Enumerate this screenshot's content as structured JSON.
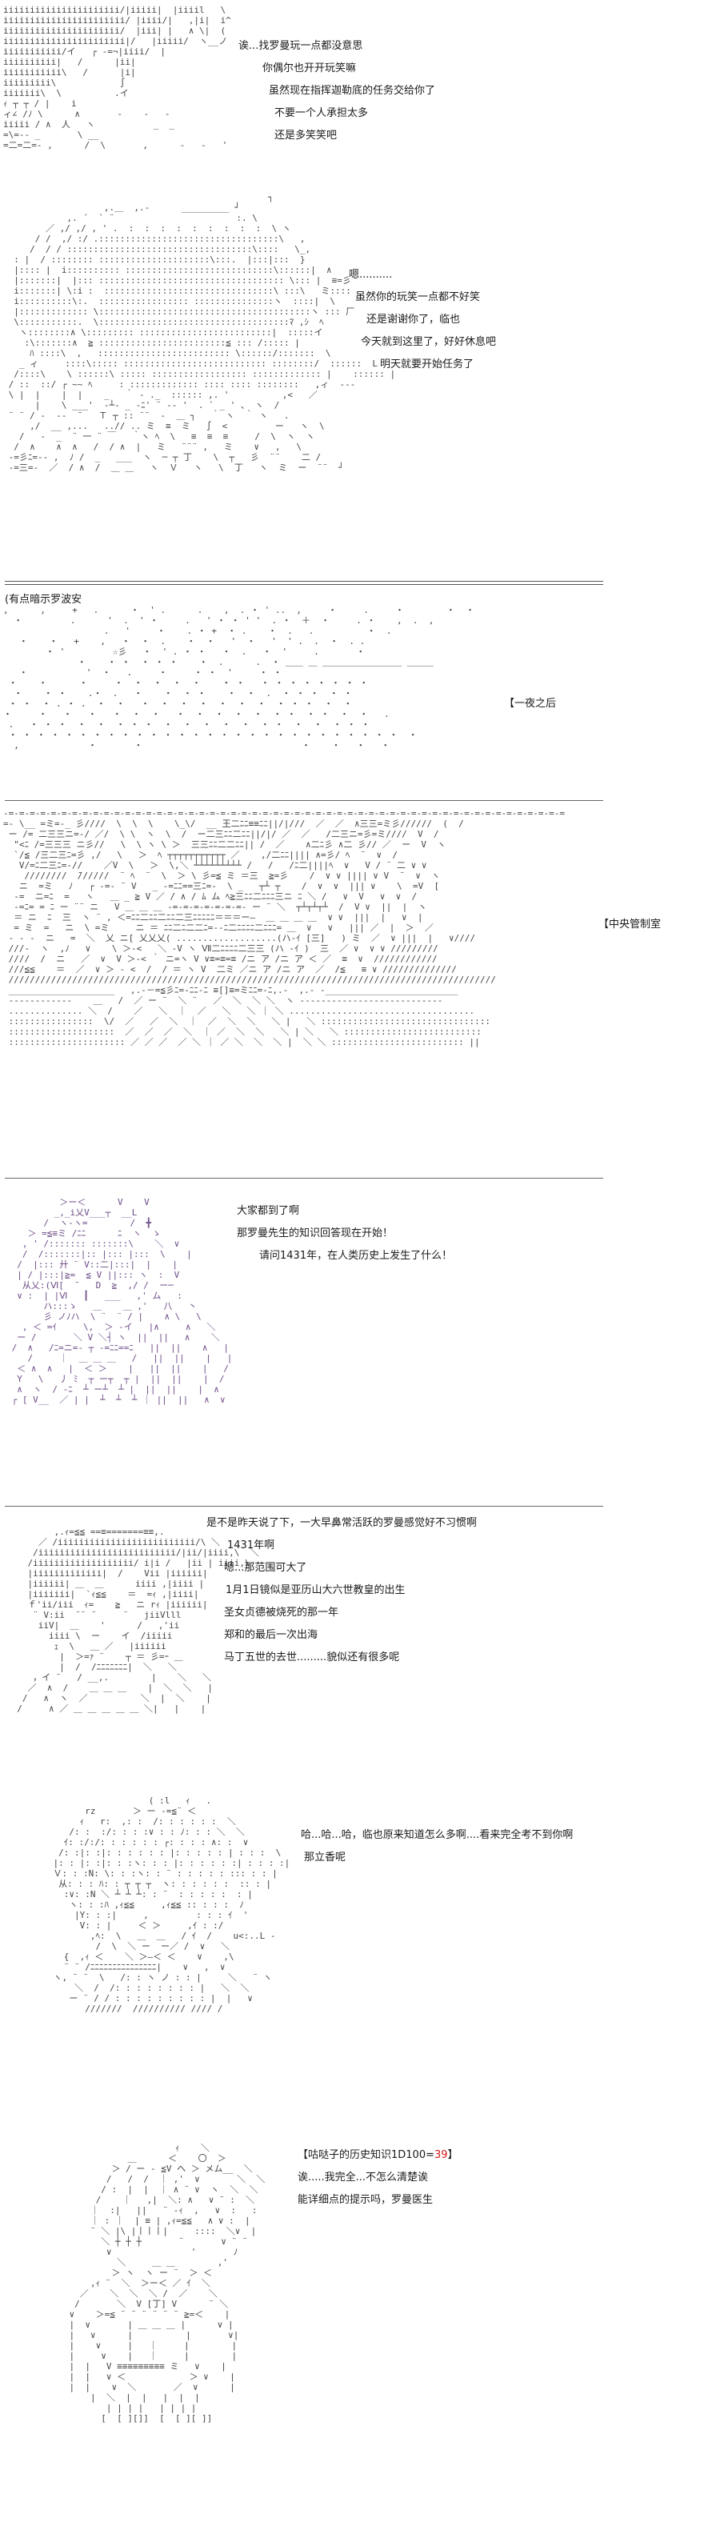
{
  "panel1": {
    "lines": [
      "诶...找罗曼玩一点都没意思",
      "你偶尔也开开玩笑嘛",
      "虽然现在指挥迦勒底的任务交给你了",
      "不要一个人承担太多",
      "还是多笑笑吧"
    ]
  },
  "panel2": {
    "lines": [
      "嗯..........",
      "虽然你的玩笑一点都不好笑",
      "还是谢谢你了，临也",
      "今天就到这里了，好好休息吧",
      "明天就要开始任务了"
    ]
  },
  "note": "(有点暗示罗波安",
  "panel3": {
    "tag": "【一夜之后"
  },
  "panel4": {
    "tag": "【中央管制室"
  },
  "panel5": {
    "lines": [
      "大家都到了啊",
      "那罗曼先生的知识回答现在开始！",
      "请问1431年，在人类历史上发生了什么！"
    ]
  },
  "panel6": {
    "lines": [
      "是不是昨天说了下，一大早鼻常活跃的罗曼感觉好不习惯啊",
      "1431年啊",
      "嗯...那范围可大了",
      "1月1日镜似是亚历山大六世教皇的出生",
      "圣女贞德被烧死的那一年",
      "郑和的最后一次出海",
      "马丁五世的去世.........貌似还有很多呢"
    ]
  },
  "panel7": {
    "lines": [
      "哈...哈...哈，临也原来知道怎么多啊....看来完全考不到你啊",
      "那立香呢"
    ]
  },
  "panel8": {
    "tag_prefix": "【咕哒子的历史知识1D100=",
    "tag_value": "39",
    "tag_suffix": "】",
    "lines": [
      "诶.....我完全...不怎么清楚诶",
      "能详细点的提示吗，罗曼医生"
    ]
  },
  "colors": {
    "accent_red": "#d21818",
    "text": "#1a1a1a",
    "art": "#444444",
    "art_purple": "#6b4a86"
  }
}
